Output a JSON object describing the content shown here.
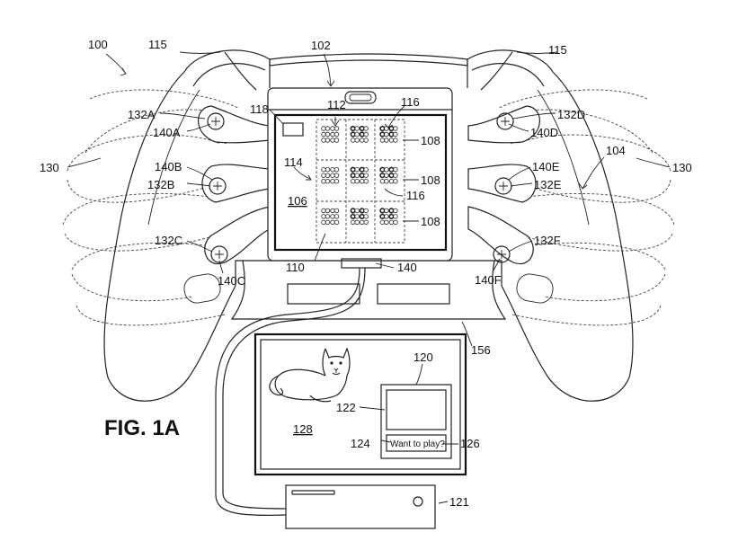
{
  "figure_title": "FIG. 1A",
  "screen_message": "Want to play?",
  "labels": {
    "l100": "100",
    "l102": "102",
    "l104": "104",
    "l106": "106",
    "l108a": "108",
    "l108b": "108",
    "l108c": "108",
    "l110": "110",
    "l112": "112",
    "l114": "114",
    "l115a": "115",
    "l115b": "115",
    "l116a": "116",
    "l116b": "116",
    "l118": "118",
    "l120": "120",
    "l121": "121",
    "l122": "122",
    "l124": "124",
    "l126": "126",
    "l128": "128",
    "l130a": "130",
    "l130b": "130",
    "l132a": "132A",
    "l132b": "132B",
    "l132c": "132C",
    "l132d": "132D",
    "l132e": "132E",
    "l132f": "132F",
    "l140": "140",
    "l140a": "140A",
    "l140b": "140B",
    "l140c": "140C",
    "l140d": "140D",
    "l140e": "140E",
    "l140f": "140F",
    "l156": "156"
  }
}
